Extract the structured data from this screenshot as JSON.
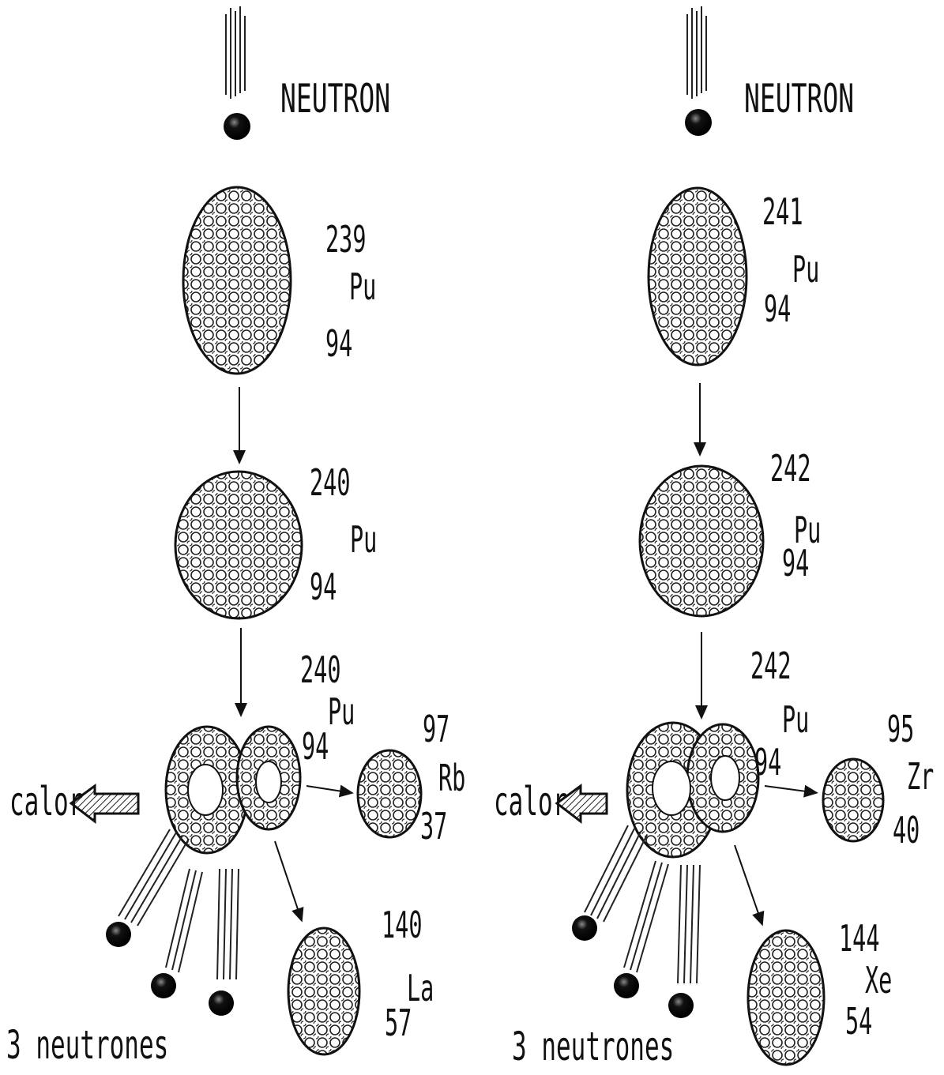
{
  "left": {
    "neutron_label": "NEUTRON",
    "nucleus1": {
      "mass": "239",
      "symbol": "Pu",
      "atomic": "94"
    },
    "nucleus2": {
      "mass": "240",
      "symbol": "Pu",
      "atomic": "94"
    },
    "nucleus3": {
      "mass": "240",
      "symbol": "Pu",
      "atomic": "94"
    },
    "product_a": {
      "mass": "97",
      "symbol": "Rb",
      "atomic": "37"
    },
    "product_b": {
      "mass": "140",
      "symbol": "La",
      "atomic": "57"
    },
    "heat_label": "calor",
    "neutrons_label": "3 neutrones"
  },
  "right": {
    "neutron_label": "NEUTRON",
    "nucleus1": {
      "mass": "241",
      "symbol": "Pu",
      "atomic": "94"
    },
    "nucleus2": {
      "mass": "242",
      "symbol": "Pu",
      "atomic": "94"
    },
    "nucleus3": {
      "mass": "242",
      "symbol": "Pu",
      "atomic": "94"
    },
    "product_a": {
      "mass": "95",
      "symbol": "Zr",
      "atomic": "40"
    },
    "product_b": {
      "mass": "144",
      "symbol": "Xe",
      "atomic": "54"
    },
    "heat_label": "calor",
    "neutrons_label": "3 neutrones"
  }
}
